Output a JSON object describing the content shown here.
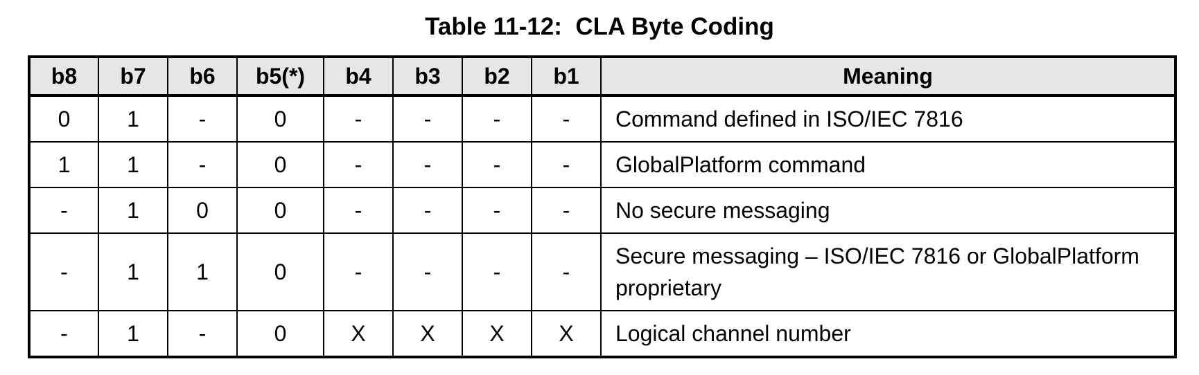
{
  "caption": "Table 11-12:  CLA Byte Coding",
  "table": {
    "headers": [
      "b8",
      "b7",
      "b6",
      "b5(*)",
      "b4",
      "b3",
      "b2",
      "b1",
      "Meaning"
    ],
    "rows": [
      [
        "0",
        "1",
        "-",
        "0",
        "-",
        "-",
        "-",
        "-",
        "Command defined in ISO/IEC 7816"
      ],
      [
        "1",
        "1",
        "-",
        "0",
        "-",
        "-",
        "-",
        "-",
        "GlobalPlatform command"
      ],
      [
        "-",
        "1",
        "0",
        "0",
        "-",
        "-",
        "-",
        "-",
        "No secure messaging"
      ],
      [
        "-",
        "1",
        "1",
        "0",
        "-",
        "-",
        "-",
        "-",
        "Secure messaging – ISO/IEC 7816 or GlobalPlatform proprietary"
      ],
      [
        "-",
        "1",
        "-",
        "0",
        "X",
        "X",
        "X",
        "X",
        "Logical channel number"
      ]
    ]
  }
}
